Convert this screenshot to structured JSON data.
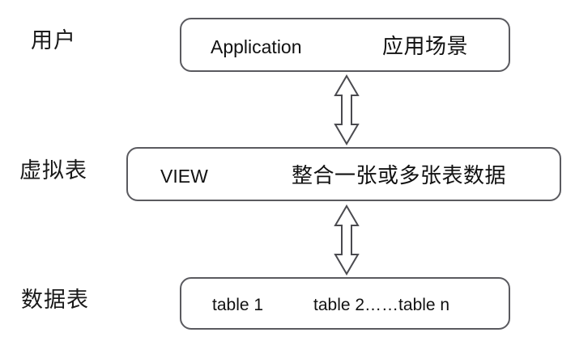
{
  "diagram": {
    "title": "SQL VIEW layered architecture diagram",
    "background_color": "#ffffff",
    "box_border_color": "#5a5a5f",
    "text_color": "#111111",
    "rows": [
      {
        "side_label": "用户",
        "box": {
          "primary": "Application",
          "secondary": "应用场景"
        }
      },
      {
        "side_label": "虚拟表",
        "box": {
          "primary": "VIEW",
          "secondary": "整合一张或多张表数据"
        }
      },
      {
        "side_label": "数据表",
        "box": {
          "primary": "table 1",
          "secondary": "table 2……table n"
        }
      }
    ],
    "connectors": [
      {
        "name": "double-headed-arrow-upper",
        "direction": "bidirectional-vertical"
      },
      {
        "name": "double-headed-arrow-lower",
        "direction": "bidirectional-vertical"
      }
    ]
  }
}
